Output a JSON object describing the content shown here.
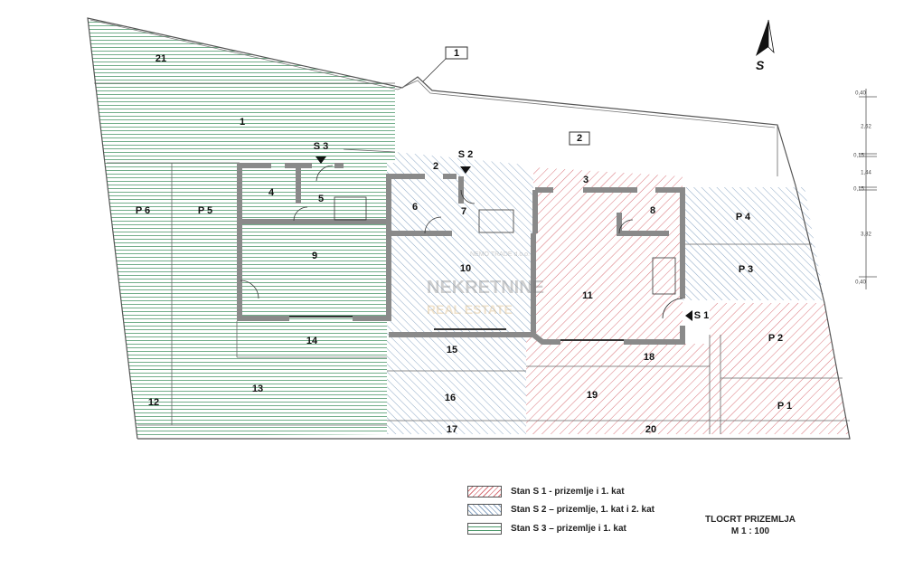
{
  "colors": {
    "s1": "#d9747a",
    "s2": "#8aa6c4",
    "s3": "#4f9a6c",
    "wall": "#9a9a9a"
  },
  "north": {
    "label": "S"
  },
  "markers": {
    "box1": "1",
    "box2": "2"
  },
  "units": [
    {
      "id": "S 3"
    },
    {
      "id": "S 2"
    },
    {
      "id": "S 1"
    }
  ],
  "rooms": {
    "r21": "21",
    "r1": "1",
    "r2": "2",
    "r3": "3",
    "r4": "4",
    "r5": "5",
    "r6": "6",
    "r7": "7",
    "r8": "8",
    "r9": "9",
    "r10": "10",
    "r11": "11",
    "r12": "12",
    "r13": "13",
    "r14": "14",
    "r15": "15",
    "r16": "16",
    "r17": "17",
    "r18": "18",
    "r19": "19",
    "r20": "20",
    "p1": "P 1",
    "p2": "P 2",
    "p3": "P 3",
    "p4": "P 4",
    "p5": "P 5",
    "p6": "P 6"
  },
  "dimensions": [
    "0,40",
    "2,62",
    "0,15",
    "1,44",
    "0,15",
    "3,82",
    "0,40"
  ],
  "watermark": {
    "line1": "NEMO TRADE d.o.o.",
    "line2": "NEKRETNINE",
    "line3": "REAL ESTATE"
  },
  "legend": [
    {
      "label": "Stan S 1 - prizemlje i 1. kat"
    },
    {
      "label": "Stan S 2 – prizemlje, 1. kat i 2. kat"
    },
    {
      "label": "Stan S 3 – prizemlje i 1. kat"
    }
  ],
  "title": {
    "line1": "TLOCRT PRIZEMLJA",
    "line2": "M 1 : 100"
  }
}
